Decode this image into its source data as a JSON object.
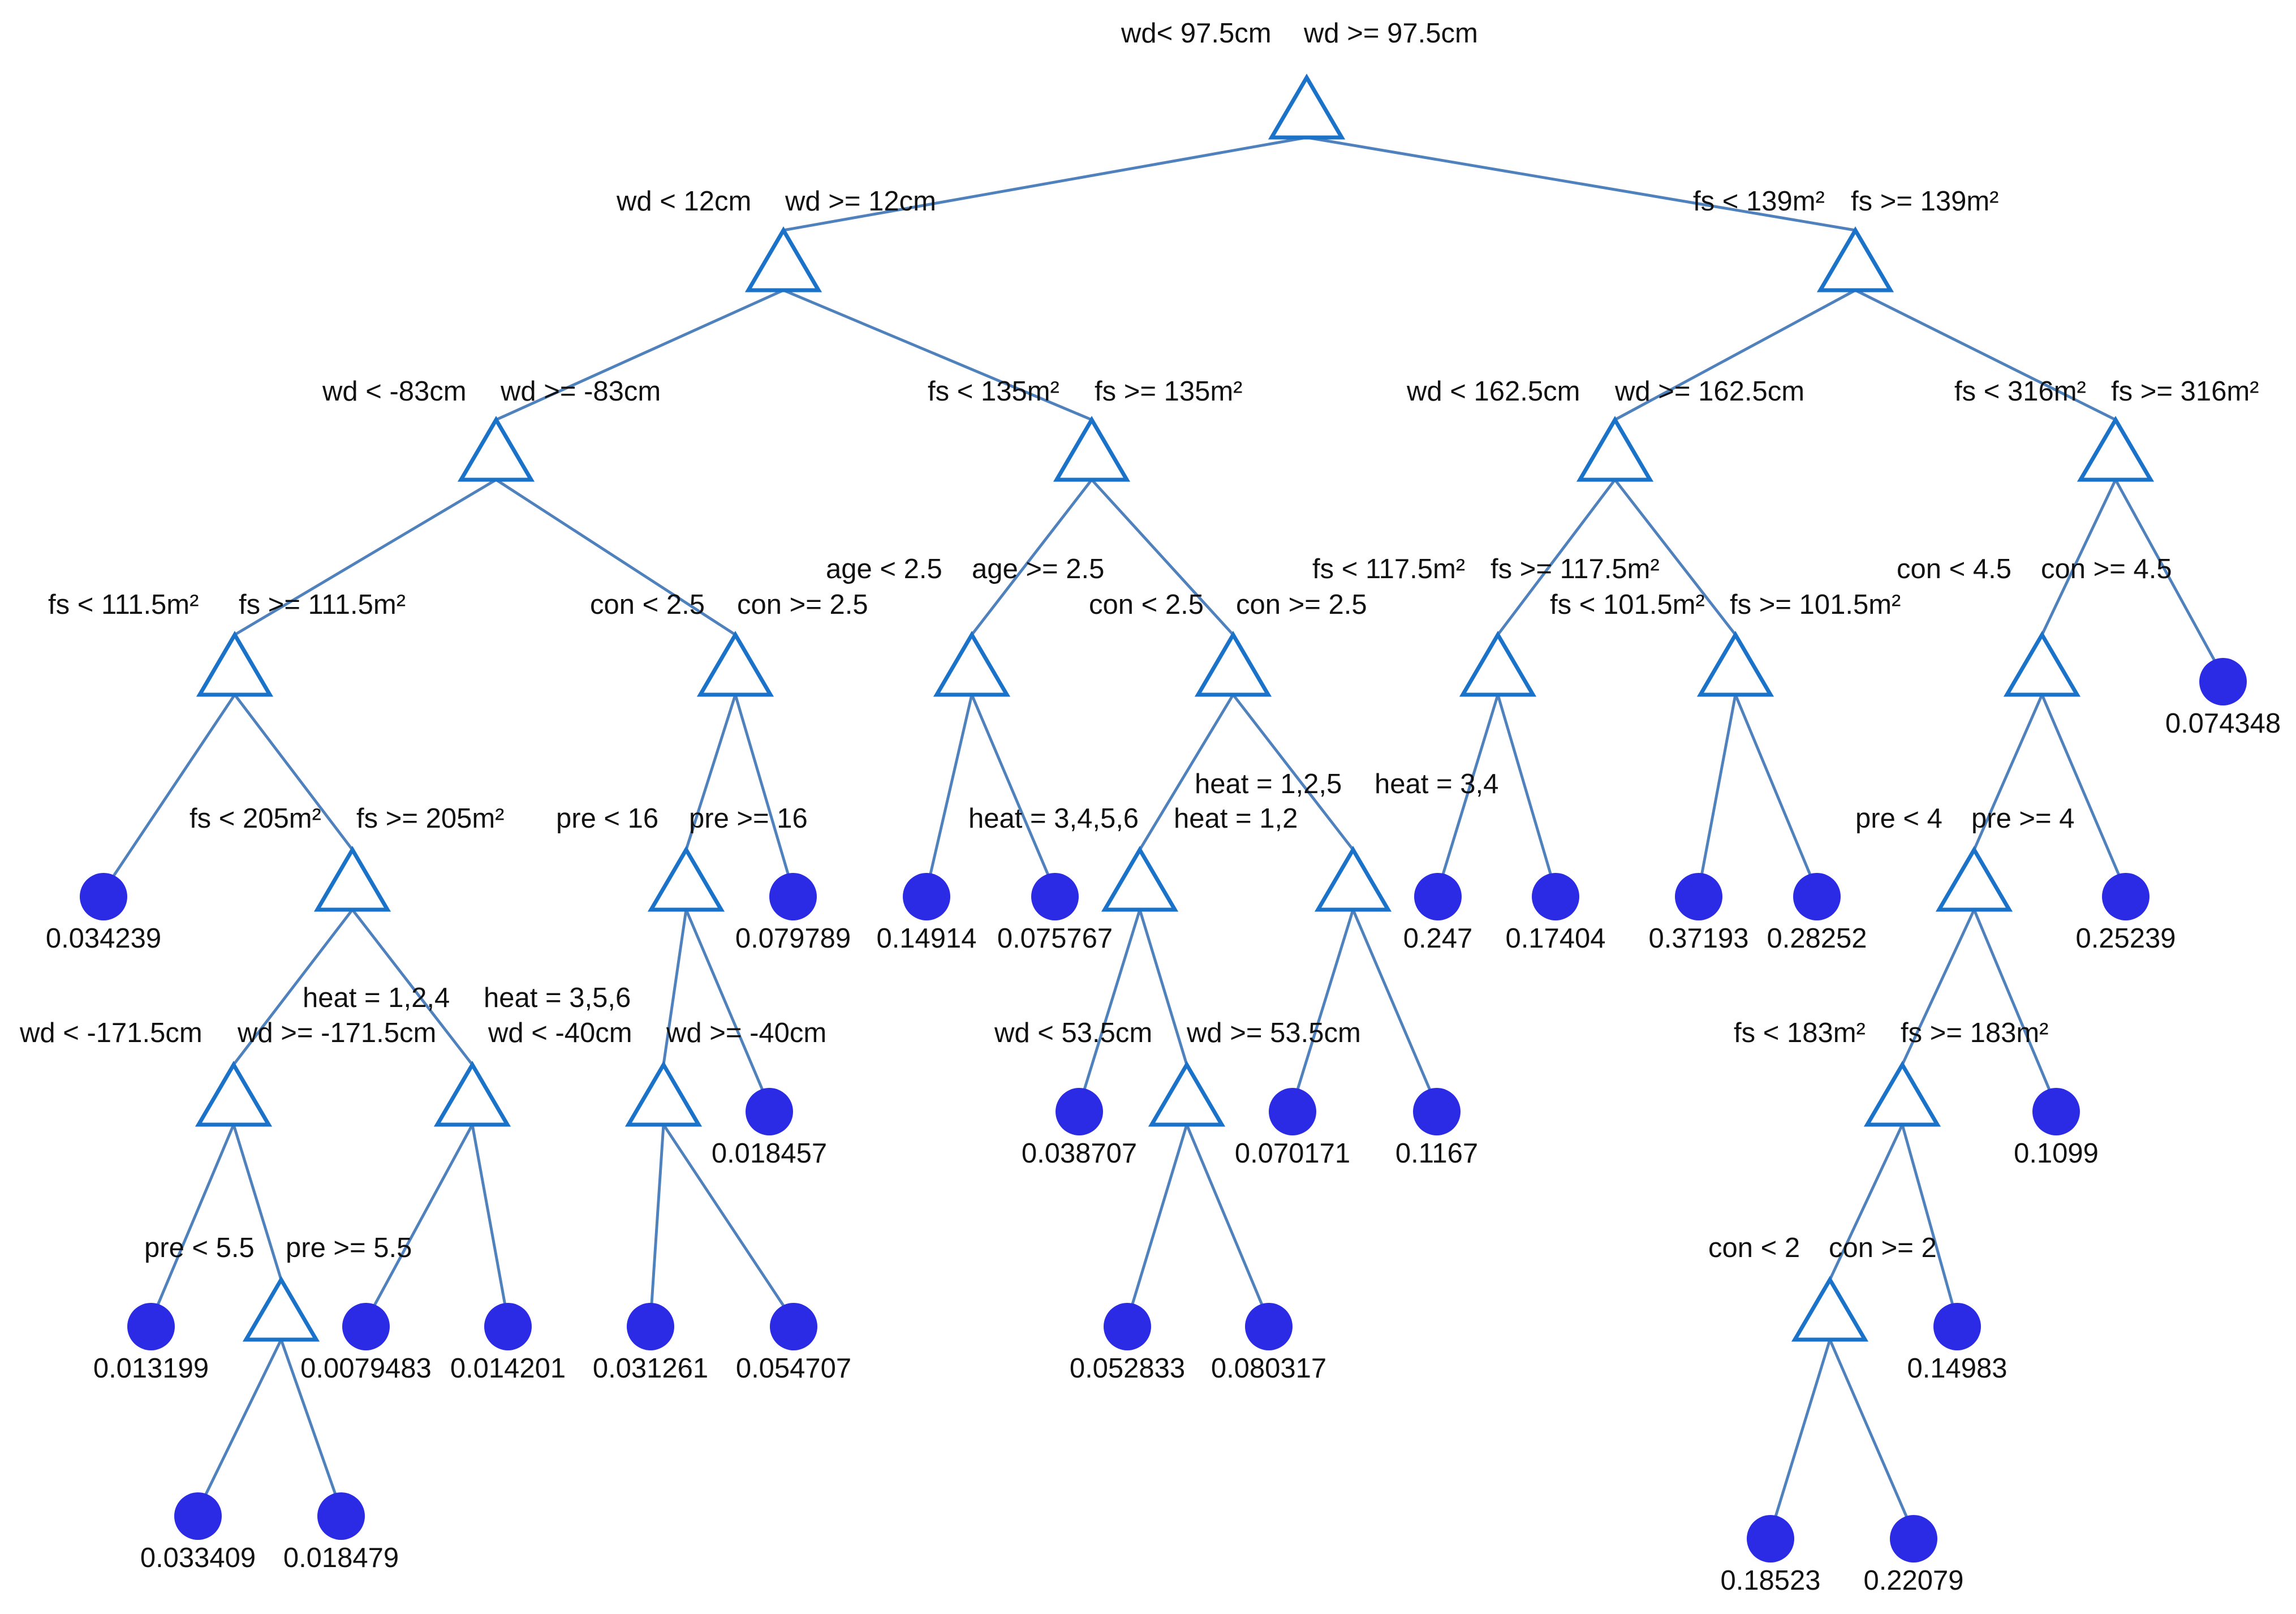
{
  "colors": {
    "edge": "#4f81bd",
    "split_outline": "#1a73c8",
    "leaf_fill": "#2b2be6",
    "text": "#111111"
  },
  "tree": {
    "nodes": [
      {
        "id": "n1",
        "kind": "split",
        "left": "wd< 97.5cm",
        "right": "wd >= 97.5cm"
      },
      {
        "id": "n2",
        "kind": "split",
        "parent": "n1",
        "left": "wd < 12cm",
        "right": "wd >= 12cm"
      },
      {
        "id": "n3",
        "kind": "split",
        "parent": "n1",
        "left": "fs < 139m²",
        "right": "fs >= 139m²"
      },
      {
        "id": "n4",
        "kind": "split",
        "parent": "n2",
        "left": "wd < -83cm",
        "right": "wd >= -83cm"
      },
      {
        "id": "n5",
        "kind": "split",
        "parent": "n2",
        "left": "fs < 135m²",
        "right": "fs >= 135m²"
      },
      {
        "id": "n6",
        "kind": "split",
        "parent": "n3",
        "left": "wd < 162.5cm",
        "right": "wd >= 162.5cm"
      },
      {
        "id": "n7",
        "kind": "split",
        "parent": "n3",
        "left": "fs < 316m²",
        "right": "fs >= 316m²"
      },
      {
        "id": "n8",
        "kind": "split",
        "parent": "n4",
        "left": "fs < 111.5m²",
        "right": "fs >= 111.5m²"
      },
      {
        "id": "n9",
        "kind": "split",
        "parent": "n4",
        "left": "con < 2.5",
        "right": "con >= 2.5"
      },
      {
        "id": "n10",
        "kind": "split",
        "parent": "n5",
        "left": "age < 2.5",
        "right": "age >= 2.5"
      },
      {
        "id": "n11",
        "kind": "split",
        "parent": "n5",
        "left": "con < 2.5",
        "right": "con >= 2.5"
      },
      {
        "id": "n12",
        "kind": "split",
        "parent": "n6",
        "left": "fs < 117.5m²",
        "right": "fs >= 117.5m²"
      },
      {
        "id": "n13",
        "kind": "split",
        "parent": "n6",
        "left": "fs < 101.5m²",
        "right": "fs >= 101.5m²"
      },
      {
        "id": "n14",
        "kind": "split",
        "parent": "n7",
        "left": "con < 4.5",
        "right": "con >= 4.5"
      },
      {
        "id": "l_074348",
        "kind": "leaf",
        "parent": "n7",
        "value": "0.074348"
      },
      {
        "id": "l_034239",
        "kind": "leaf",
        "parent": "n8",
        "value": "0.034239"
      },
      {
        "id": "n15",
        "kind": "split",
        "parent": "n8",
        "left": "fs < 205m²",
        "right": "fs >= 205m²"
      },
      {
        "id": "n16",
        "kind": "split",
        "parent": "n9",
        "left": "pre < 16",
        "right": "pre >= 16"
      },
      {
        "id": "l_079789",
        "kind": "leaf",
        "parent": "n9",
        "value": "0.079789"
      },
      {
        "id": "l_14914",
        "kind": "leaf",
        "parent": "n10",
        "value": "0.14914"
      },
      {
        "id": "l_075767",
        "kind": "leaf",
        "parent": "n10",
        "value": "0.075767"
      },
      {
        "id": "n17",
        "kind": "split",
        "parent": "n11",
        "left": "heat = 3,4,5,6",
        "right": "heat = 1,2"
      },
      {
        "id": "n18",
        "kind": "split",
        "parent": "n11",
        "left": "heat = 1,2,5",
        "right": "heat = 3,4"
      },
      {
        "id": "l_247",
        "kind": "leaf",
        "parent": "n12",
        "value": "0.247"
      },
      {
        "id": "l_17404",
        "kind": "leaf",
        "parent": "n12",
        "value": "0.17404"
      },
      {
        "id": "l_37193",
        "kind": "leaf",
        "parent": "n13",
        "value": "0.37193"
      },
      {
        "id": "l_28252",
        "kind": "leaf",
        "parent": "n13",
        "value": "0.28252"
      },
      {
        "id": "n19",
        "kind": "split",
        "parent": "n14",
        "left": "pre < 4",
        "right": "pre >= 4"
      },
      {
        "id": "l_25239",
        "kind": "leaf",
        "parent": "n14",
        "value": "0.25239"
      },
      {
        "id": "n20",
        "kind": "split",
        "parent": "n15",
        "left": "wd < -171.5cm",
        "right": "wd >= -171.5cm"
      },
      {
        "id": "n21",
        "kind": "split",
        "parent": "n15",
        "left": "heat = 1,2,4",
        "right": "heat = 3,5,6"
      },
      {
        "id": "n22",
        "kind": "split",
        "parent": "n16",
        "left": "wd < -40cm",
        "right": "wd >= -40cm"
      },
      {
        "id": "l_018457",
        "kind": "leaf",
        "parent": "n16",
        "value": "0.018457"
      },
      {
        "id": "l_038707",
        "kind": "leaf",
        "parent": "n17",
        "value": "0.038707"
      },
      {
        "id": "n23",
        "kind": "split",
        "parent": "n17",
        "left": "wd < 53.5cm",
        "right": "wd >= 53.5cm"
      },
      {
        "id": "l_070171",
        "kind": "leaf",
        "parent": "n18",
        "value": "0.070171"
      },
      {
        "id": "l_1167",
        "kind": "leaf",
        "parent": "n18",
        "value": "0.1167"
      },
      {
        "id": "n24",
        "kind": "split",
        "parent": "n19",
        "left": "fs < 183m²",
        "right": "fs >= 183m²"
      },
      {
        "id": "l_1099",
        "kind": "leaf",
        "parent": "n19",
        "value": "0.1099"
      },
      {
        "id": "l_013199",
        "kind": "leaf",
        "parent": "n20",
        "value": "0.013199"
      },
      {
        "id": "n25",
        "kind": "split",
        "parent": "n20",
        "left": "pre < 5.5",
        "right": "pre >= 5.5"
      },
      {
        "id": "l_0079483",
        "kind": "leaf",
        "parent": "n21",
        "value": "0.0079483"
      },
      {
        "id": "l_014201",
        "kind": "leaf",
        "parent": "n21",
        "value": "0.014201"
      },
      {
        "id": "l_031261",
        "kind": "leaf",
        "parent": "n22",
        "value": "0.031261"
      },
      {
        "id": "l_054707",
        "kind": "leaf",
        "parent": "n22",
        "value": "0.054707"
      },
      {
        "id": "l_052833",
        "kind": "leaf",
        "parent": "n23",
        "value": "0.052833"
      },
      {
        "id": "l_080317",
        "kind": "leaf",
        "parent": "n23",
        "value": "0.080317"
      },
      {
        "id": "n26",
        "kind": "split",
        "parent": "n24",
        "left": "con < 2",
        "right": "con >= 2"
      },
      {
        "id": "l_14983",
        "kind": "leaf",
        "parent": "n24",
        "value": "0.14983"
      },
      {
        "id": "l_033409",
        "kind": "leaf",
        "parent": "n25",
        "value": "0.033409"
      },
      {
        "id": "l_018479",
        "kind": "leaf",
        "parent": "n25",
        "value": "0.018479"
      },
      {
        "id": "l_18523",
        "kind": "leaf",
        "parent": "n26",
        "value": "0.18523"
      },
      {
        "id": "l_22079",
        "kind": "leaf",
        "parent": "n26",
        "value": "0.22079"
      }
    ]
  }
}
